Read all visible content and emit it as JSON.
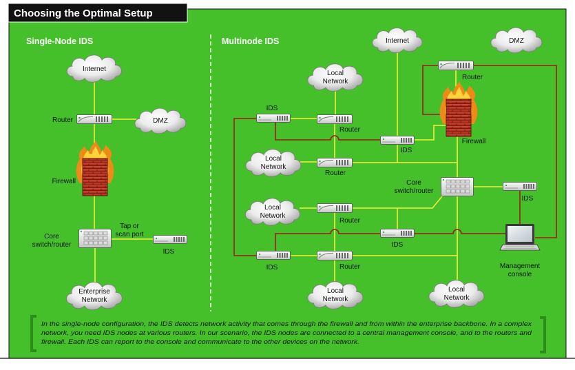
{
  "title": "Choosing the Optimal Setup",
  "single_node": {
    "heading": "Single-Node IDS",
    "internet": "Internet",
    "router": "Router",
    "dmz": "DMZ",
    "firewall": "Firewall",
    "core_switch": [
      "Core",
      "switch/router"
    ],
    "tap": [
      "Tap or",
      "scan port"
    ],
    "ids": "IDS",
    "enterprise": [
      "Enterprise",
      "Network"
    ]
  },
  "multinode": {
    "heading": "Multinode IDS",
    "internet": "Internet",
    "dmz": "DMZ",
    "edge_router": "Router",
    "firewall": "Firewall",
    "core_switch": [
      "Core",
      "switch/router"
    ],
    "console": [
      "Management",
      "console"
    ],
    "local_networks": [
      [
        "Local",
        "Network"
      ],
      [
        "Local",
        "Network"
      ],
      [
        "Local",
        "Network"
      ],
      [
        "Local",
        "Network"
      ],
      [
        "Local",
        "Network"
      ]
    ],
    "routers": [
      "Router",
      "Router",
      "Router",
      "Router"
    ],
    "ids_nodes": [
      "IDS",
      "IDS",
      "IDS",
      "IDS",
      "IDS"
    ]
  },
  "caption": [
    "In the single-node configuration, the IDS detects network activity that comes through the firewall and from within the enterprise backbone. In a complex",
    "network, you need IDS nodes at various routers. In our scenario, the IDS nodes are connected to a central management console, and to the routers and",
    "firewall. Each IDS can report to the console and communicate to the other devices on the network."
  ],
  "colors": {
    "panel": "#45c02a",
    "title_bg": "#121212",
    "data_link": "#f4ef3a",
    "mgmt_link": "#9e1c18",
    "caption_bracket": "#2a8d1c"
  }
}
